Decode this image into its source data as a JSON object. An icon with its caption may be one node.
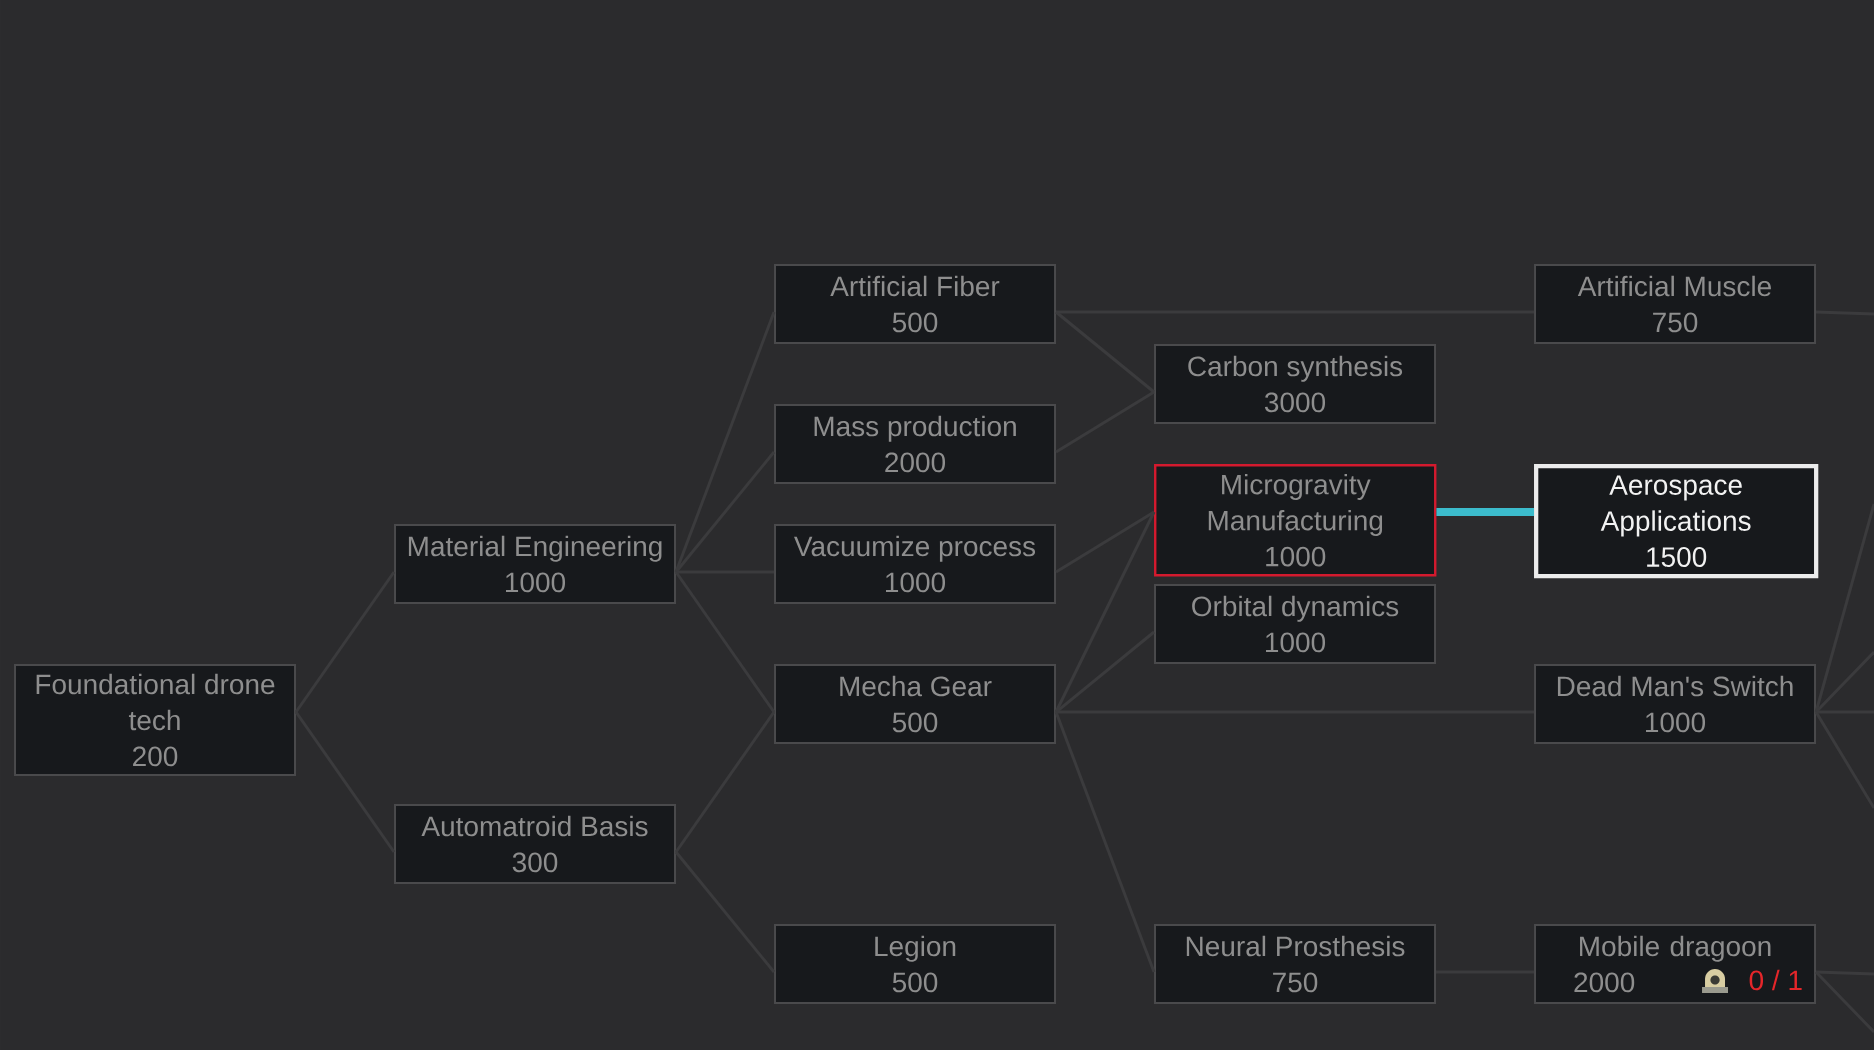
{
  "diagram": {
    "nodes": [
      {
        "text": [
          "Foundational drone tech",
          "200"
        ]
      },
      {
        "text": [
          "Material Engineering",
          "1000"
        ]
      },
      {
        "text": [
          "Automatroid Basis",
          "300"
        ]
      },
      {
        "text": [
          "Artificial Fiber",
          "500"
        ]
      },
      {
        "text": [
          "Mass production",
          "2000"
        ]
      },
      {
        "text": [
          "Vacuumize process",
          "1000"
        ]
      },
      {
        "text": [
          "Mecha Gear",
          "500"
        ]
      },
      {
        "text": [
          "Legion",
          "500"
        ]
      },
      {
        "text": [
          "Carbon synthesis",
          "3000"
        ]
      },
      {
        "text": [
          "Microgravity Manufacturing",
          "1000"
        ]
      },
      {
        "text": [
          "Orbital dynamics",
          "1000"
        ]
      },
      {
        "text": [
          "Neural Prosthesis",
          "750"
        ]
      },
      {
        "text": [
          "Artificial Muscle",
          "750"
        ]
      },
      {
        "text": [
          "Aerospace Applications",
          "1500"
        ]
      },
      {
        "text": [
          "Dead Man's Switch",
          "1000"
        ]
      },
      {
        "text": [
          "Mobile dragoon",
          "2000",
          "0 / 1"
        ]
      }
    ],
    "edges": [
      {
        "from": 0,
        "to": 1,
        "arrow": "none"
      },
      {
        "from": 0,
        "to": 2,
        "arrow": "none"
      },
      {
        "from": 1,
        "to": 3,
        "arrow": "none"
      },
      {
        "from": 1,
        "to": 4,
        "arrow": "none"
      },
      {
        "from": 1,
        "to": 5,
        "arrow": "none"
      },
      {
        "from": 1,
        "to": 6,
        "arrow": "none"
      },
      {
        "from": 2,
        "to": 6,
        "arrow": "none"
      },
      {
        "from": 2,
        "to": 7,
        "arrow": "none"
      },
      {
        "from": 3,
        "to": 8,
        "arrow": "none"
      },
      {
        "from": 3,
        "to": 12,
        "arrow": "none"
      },
      {
        "from": 4,
        "to": 8,
        "arrow": "none"
      },
      {
        "from": 5,
        "to": 9,
        "arrow": "none"
      },
      {
        "from": 6,
        "to": 9,
        "arrow": "none"
      },
      {
        "from": 6,
        "to": 10,
        "arrow": "none"
      },
      {
        "from": 6,
        "to": 14,
        "arrow": "none"
      },
      {
        "from": 6,
        "to": 11,
        "arrow": "none"
      },
      {
        "from": 9,
        "to": 13,
        "arrow": "none",
        "style": "thick",
        "color": "#3cbccc"
      },
      {
        "from": 11,
        "to": 15,
        "arrow": "none"
      },
      {
        "from": 12,
        "to": null,
        "arrow": "none"
      },
      {
        "from": 14,
        "to": null,
        "arrow": "none"
      },
      {
        "from": 14,
        "to": null,
        "arrow": "none"
      },
      {
        "from": 14,
        "to": null,
        "arrow": "none"
      },
      {
        "from": 14,
        "to": null,
        "arrow": "none"
      },
      {
        "from": 15,
        "to": null,
        "arrow": "none"
      },
      {
        "from": 15,
        "to": null,
        "arrow": "none"
      }
    ]
  }
}
